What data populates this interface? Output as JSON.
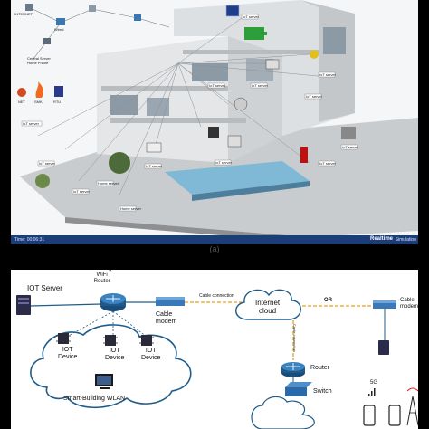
{
  "panel_a": {
    "caption": "(a)",
    "status_right": "Realtime",
    "status_right2": "Simulation",
    "status_left": "Time: 00:06:31",
    "left_labels": [
      "INTERNET",
      "Wired",
      "Central Server",
      "Home Phone"
    ],
    "hazard_labels": [
      "NET",
      "SMK",
      "RTU"
    ],
    "device_labels": [
      "IoT server",
      "IoT server",
      "IoT server",
      "IoT server",
      "IoT server",
      "IoT server",
      "IoT server",
      "IoT server",
      "IoT server",
      "Home server",
      "IoT server",
      "IoT server",
      "Home server",
      "IoT server"
    ]
  },
  "panel_b": {
    "iot_server": "IOT Server",
    "router_title": "Building\nWiFi\nRouter",
    "cable_modem_left": "Cable\nmodem",
    "cable_connection": "Cable connection",
    "internet_cloud": "Internet\ncloud",
    "or_label": "OR",
    "cable_modem_right": "Cable\nmodem",
    "iot_device": "IOT\nDevice",
    "router": "Router",
    "switch": "Switch",
    "wlan": "Smart-Building WLAN",
    "g5": "5G",
    "cable_connection_v": "Cable connection"
  },
  "colors": {
    "router_blue": "#1e5a8e",
    "cloud_stroke": "#1f5c8a",
    "taskbar": "#1b3d78"
  }
}
